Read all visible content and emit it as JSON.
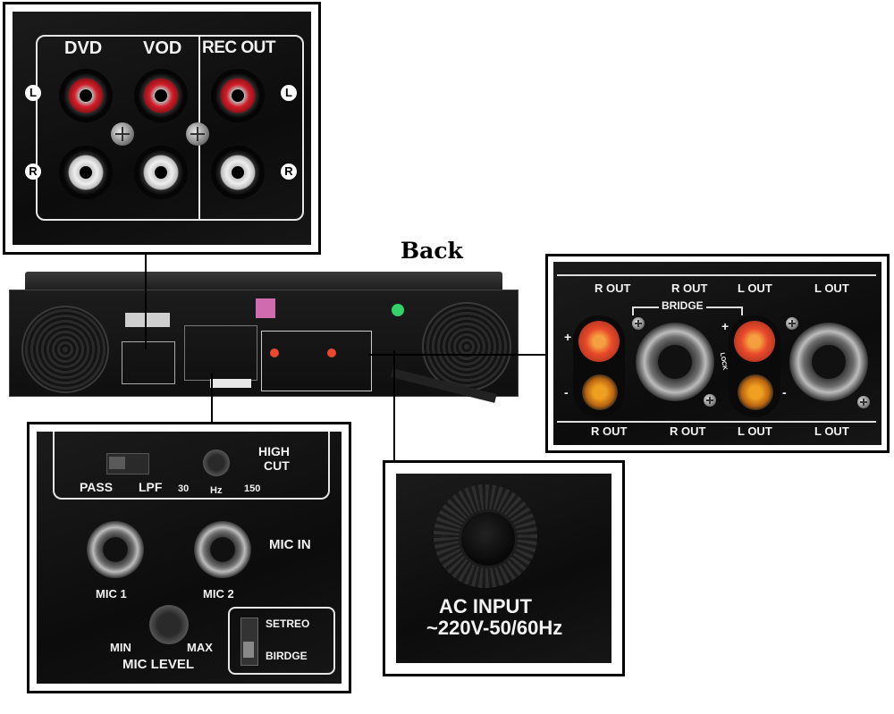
{
  "title": "Back",
  "rca_panel": {
    "labels": {
      "dvd": "DVD",
      "vod": "VOD",
      "rec_out": "REC OUT"
    },
    "left_marker": "L",
    "right_marker": "R"
  },
  "speaker_panel": {
    "top_labels": [
      "R OUT",
      "R OUT",
      "L OUT",
      "L OUT"
    ],
    "bottom_labels": [
      "R OUT",
      "R OUT",
      "L OUT",
      "L OUT"
    ],
    "bridge_label": "BRIDGE",
    "plus": "+",
    "minus": "-",
    "lock_label": "LOCK"
  },
  "mic_panel": {
    "pass": "PASS",
    "lpf": "LPF",
    "high_cut_line1": "HIGH",
    "high_cut_line2": "CUT",
    "freq_30": "30",
    "freq_hz": "Hz",
    "freq_150": "150",
    "mic_in": "MIC IN",
    "mic1": "MIC 1",
    "mic2": "MIC 2",
    "min": "MIN",
    "max": "MAX",
    "mic_level": "MIC LEVEL",
    "setreo": "SETREO",
    "birdge": "BIRDGE"
  },
  "ac_panel": {
    "line1": "AC INPUT",
    "line2": "~220V-50/60Hz"
  },
  "colors": {
    "panel": "#141414",
    "red_post": "#e8492b",
    "orange_post": "#e88a1a",
    "rca_red": "#d21e2a",
    "rca_white": "#e6e6e6"
  }
}
